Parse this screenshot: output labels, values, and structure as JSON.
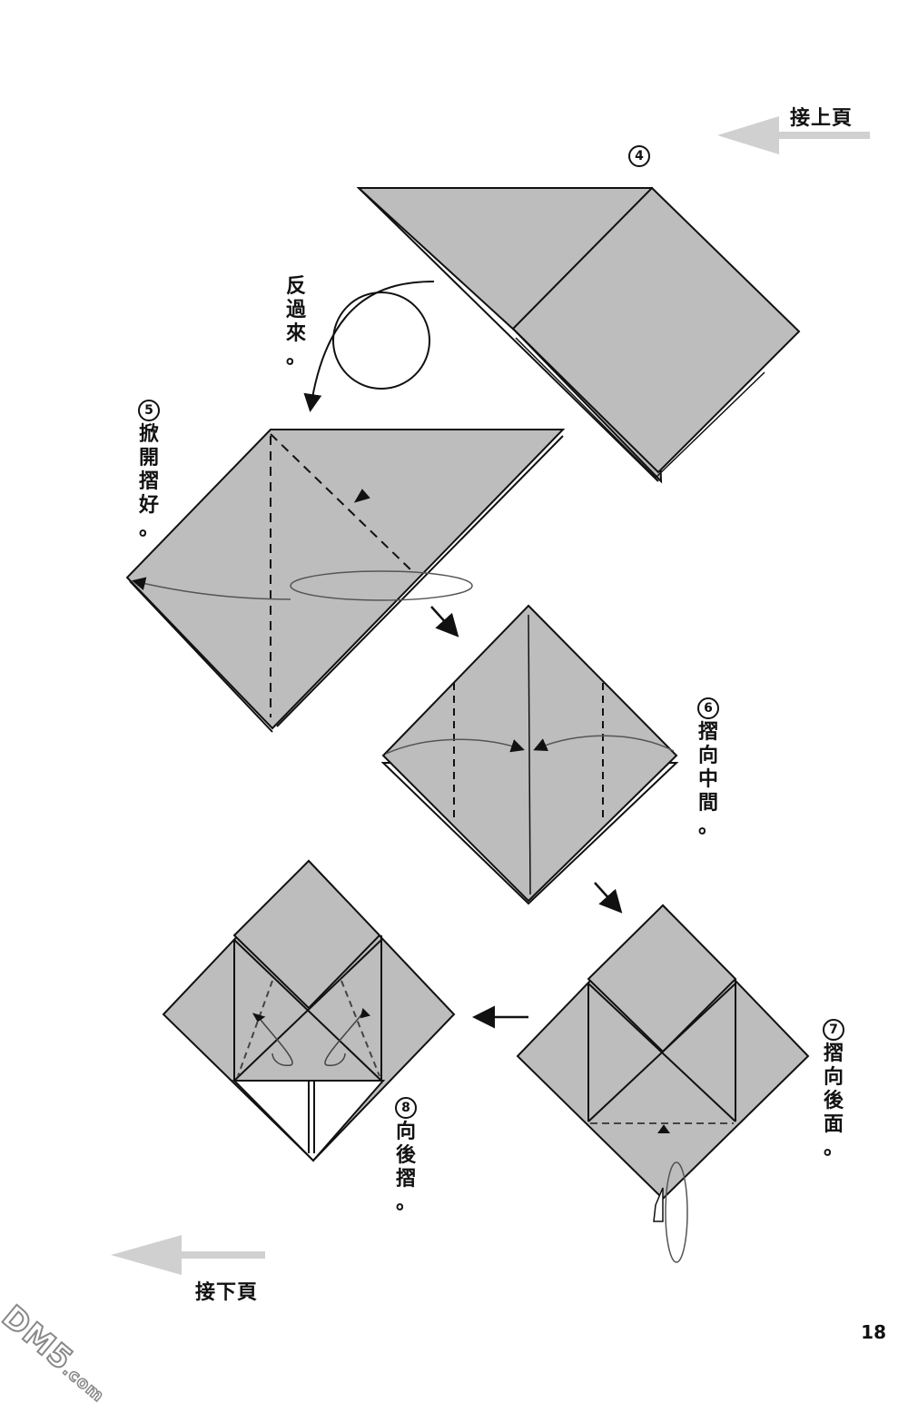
{
  "page": {
    "number": "18",
    "watermark": "DM5",
    "watermark_suffix": ".com",
    "paper_color": "#bdbdbd",
    "line_color": "#111111",
    "nav_arrow_color": "#d0d0d0"
  },
  "navigation": {
    "continue_from_prev": "接上頁",
    "continue_to_next": "接下頁"
  },
  "steps": [
    {
      "number": "4",
      "instruction": ""
    },
    {
      "number": "5",
      "instruction": "掀開摺好。",
      "chars": [
        "掀",
        "開",
        "摺",
        "好",
        "。"
      ]
    },
    {
      "number": "6",
      "instruction": "摺向中間。",
      "chars": [
        "摺",
        "向",
        "中",
        "間",
        "。"
      ]
    },
    {
      "number": "7",
      "instruction": "摺向後面。",
      "chars": [
        "摺",
        "向",
        "後",
        "面",
        "。"
      ]
    },
    {
      "number": "8",
      "instruction": "向後摺。",
      "chars": [
        "向",
        "後",
        "摺",
        "。"
      ]
    }
  ],
  "flip_instruction": {
    "text": "反過來。",
    "chars": [
      "反",
      "過",
      "來",
      "。"
    ]
  }
}
